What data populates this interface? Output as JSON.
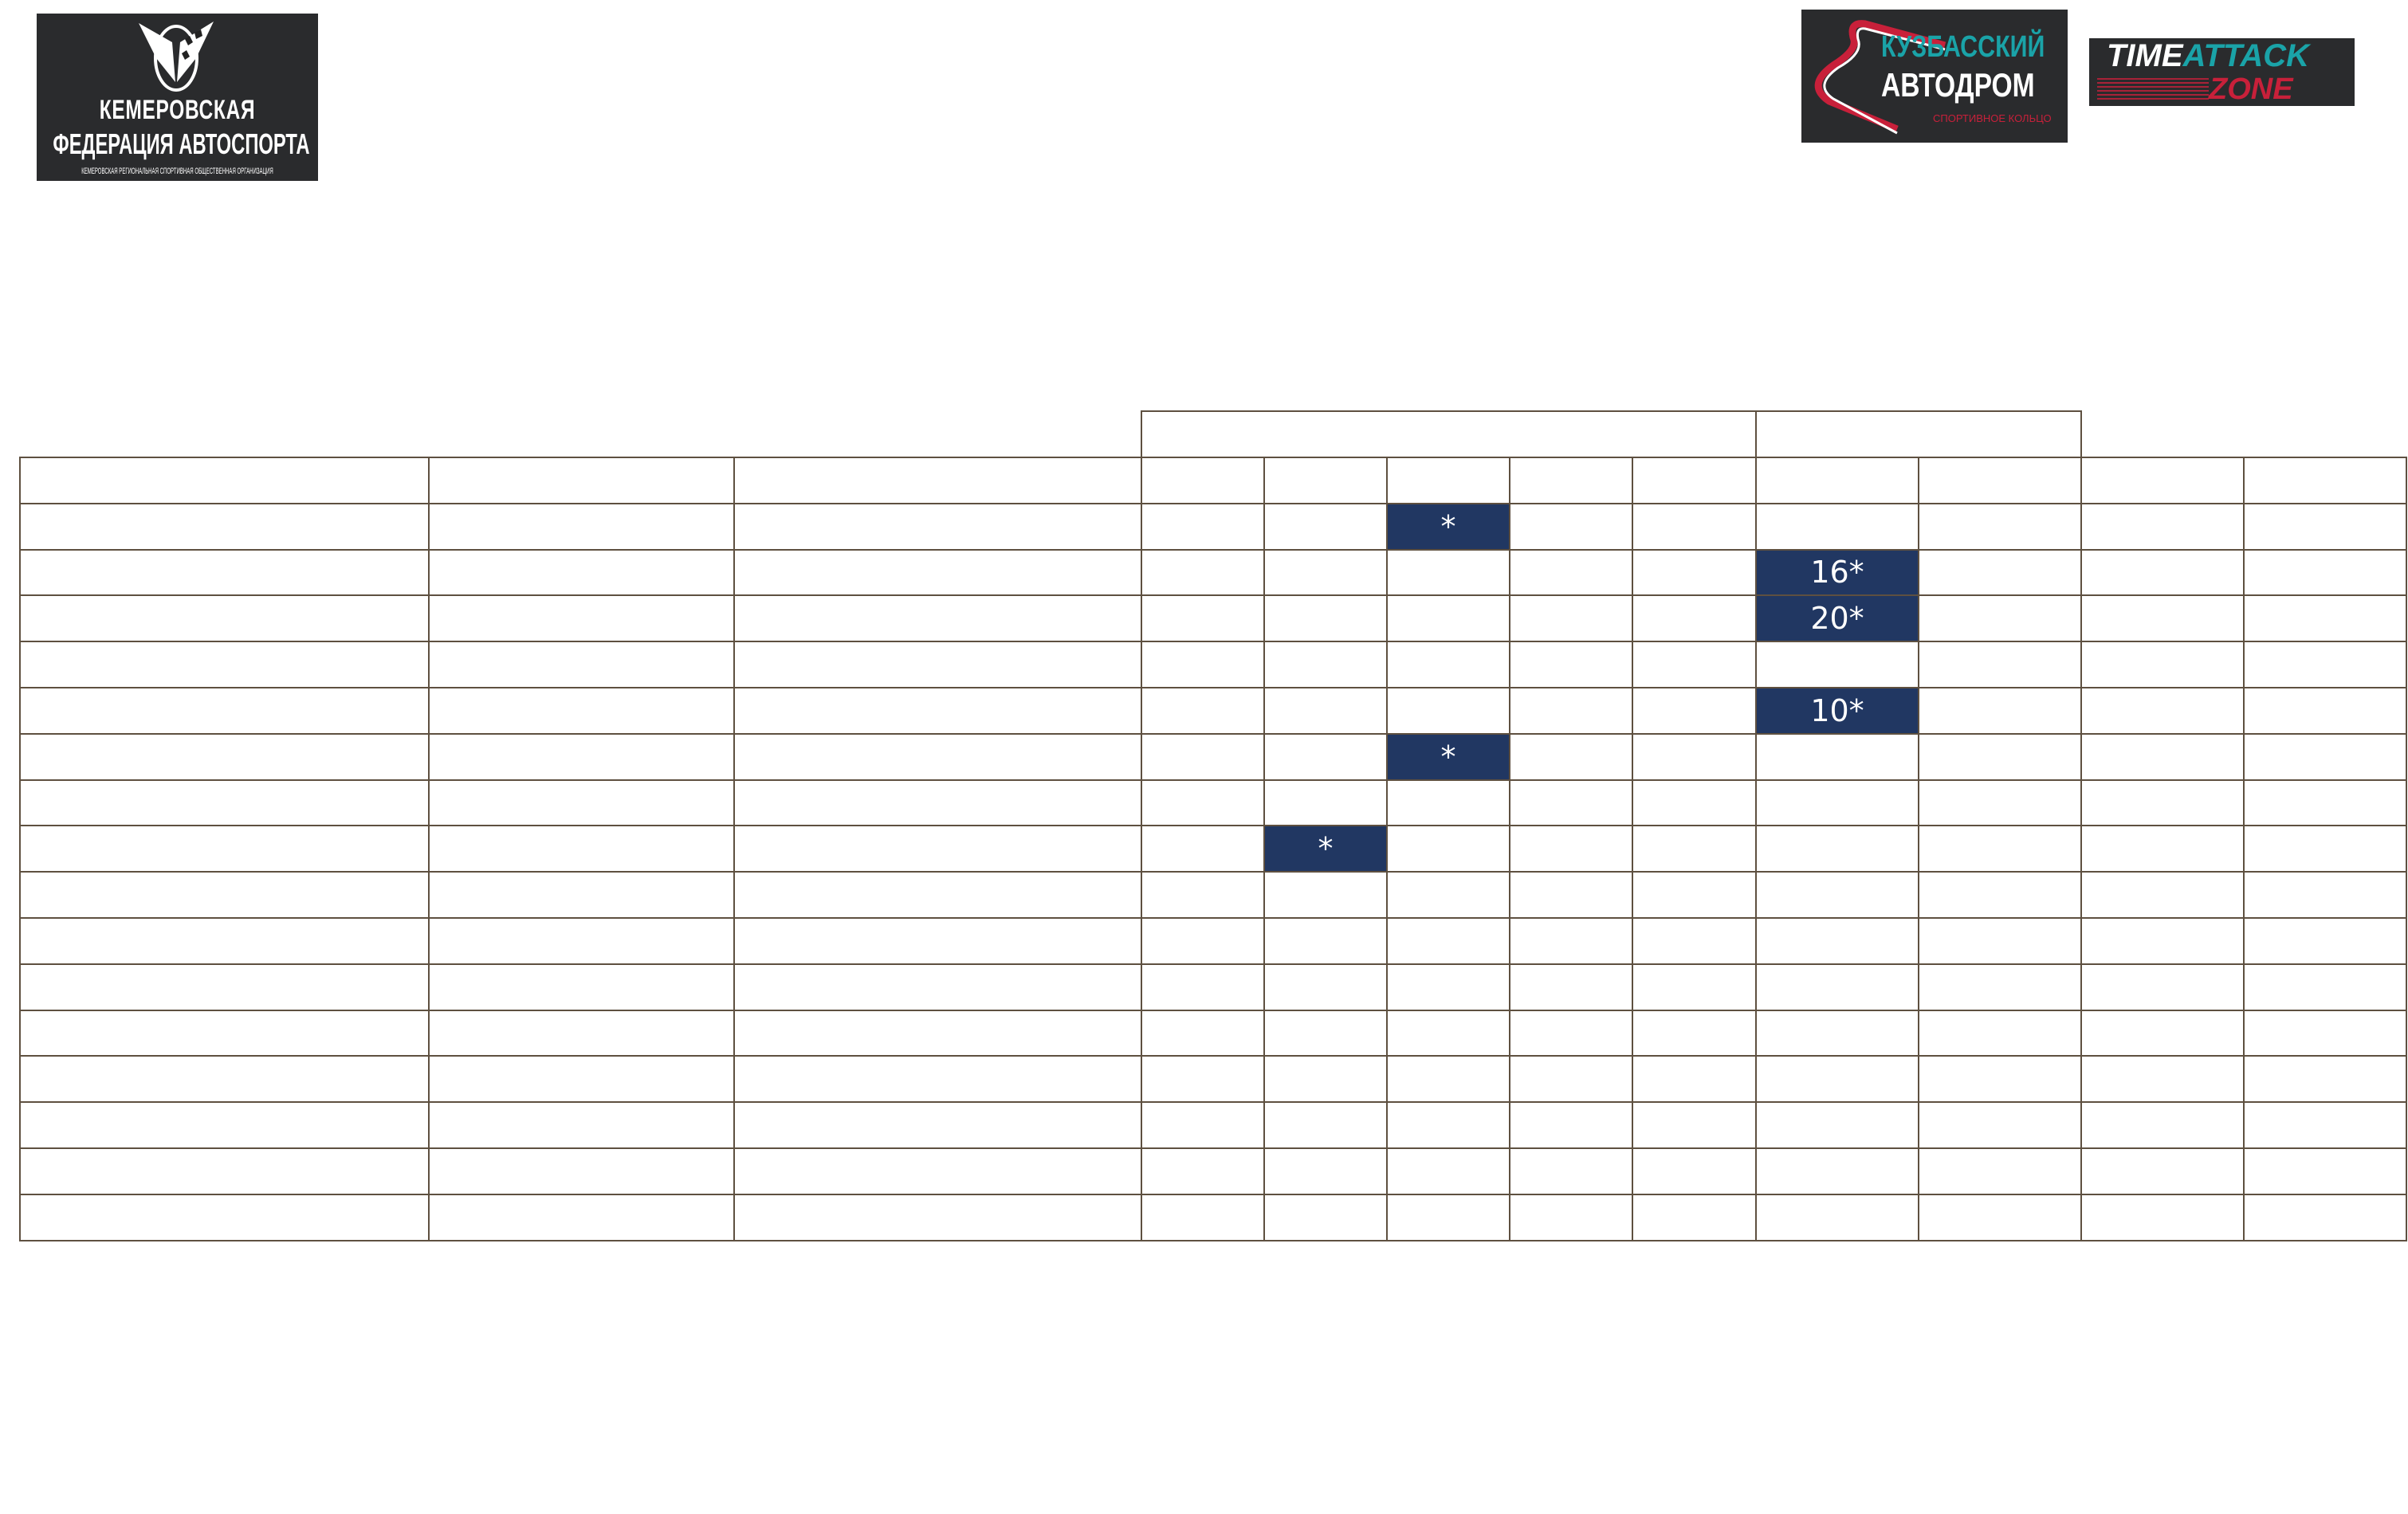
{
  "logos": {
    "left": {
      "line1": "КЕМЕРОВСКАЯ",
      "line2": "ФЕДЕРАЦИЯ АВТОСПОРТА",
      "line3": "КЕМЕРОВСКАЯ РЕГИОНАЛЬНАЯ СПОРТИВНАЯ ОБЩЕСТВЕННАЯ ОРГАНИЗАЦИЯ"
    },
    "kuzbass": {
      "line1": "КУЗБАССКИЙ",
      "line2": "АВТОДРОМ",
      "line3": "СПОРТИВНОЕ КОЛЬЦО"
    },
    "timeattack": {
      "word1": "TIME",
      "word2": "ATTACK",
      "word3": "ZONE"
    }
  },
  "colors": {
    "highlight": "#213762",
    "border": "#5e5040"
  },
  "table": {
    "super_header": [
      "",
      ""
    ],
    "header": [
      "",
      "",
      "",
      "",
      "",
      "",
      "",
      "",
      "",
      "",
      "",
      ""
    ],
    "rows": [
      [
        "",
        "",
        "",
        "",
        "",
        "*",
        "",
        "",
        "",
        "",
        "",
        ""
      ],
      [
        "",
        "",
        "",
        "",
        "",
        "",
        "",
        "",
        "16*",
        "",
        "",
        ""
      ],
      [
        "",
        "",
        "",
        "",
        "",
        "",
        "",
        "",
        "20*",
        "",
        "",
        ""
      ],
      [
        "",
        "",
        "",
        "",
        "",
        "",
        "",
        "",
        "",
        "",
        "",
        ""
      ],
      [
        "",
        "",
        "",
        "",
        "",
        "",
        "",
        "",
        "10*",
        "",
        "",
        ""
      ],
      [
        "",
        "",
        "",
        "",
        "",
        "*",
        "",
        "",
        "",
        "",
        "",
        ""
      ],
      [
        "",
        "",
        "",
        "",
        "",
        "",
        "",
        "",
        "",
        "",
        "",
        ""
      ],
      [
        "",
        "",
        "",
        "",
        "*",
        "",
        "",
        "",
        "",
        "",
        "",
        ""
      ],
      [
        "",
        "",
        "",
        "",
        "",
        "",
        "",
        "",
        "",
        "",
        "",
        ""
      ],
      [
        "",
        "",
        "",
        "",
        "",
        "",
        "",
        "",
        "",
        "",
        "",
        ""
      ],
      [
        "",
        "",
        "",
        "",
        "",
        "",
        "",
        "",
        "",
        "",
        "",
        ""
      ],
      [
        "",
        "",
        "",
        "",
        "",
        "",
        "",
        "",
        "",
        "",
        "",
        ""
      ],
      [
        "",
        "",
        "",
        "",
        "",
        "",
        "",
        "",
        "",
        "",
        "",
        ""
      ],
      [
        "",
        "",
        "",
        "",
        "",
        "",
        "",
        "",
        "",
        "",
        "",
        ""
      ],
      [
        "",
        "",
        "",
        "",
        "",
        "",
        "",
        "",
        "",
        "",
        "",
        ""
      ],
      [
        "",
        "",
        "",
        "",
        "",
        "",
        "",
        "",
        "",
        "",
        "",
        ""
      ]
    ]
  }
}
